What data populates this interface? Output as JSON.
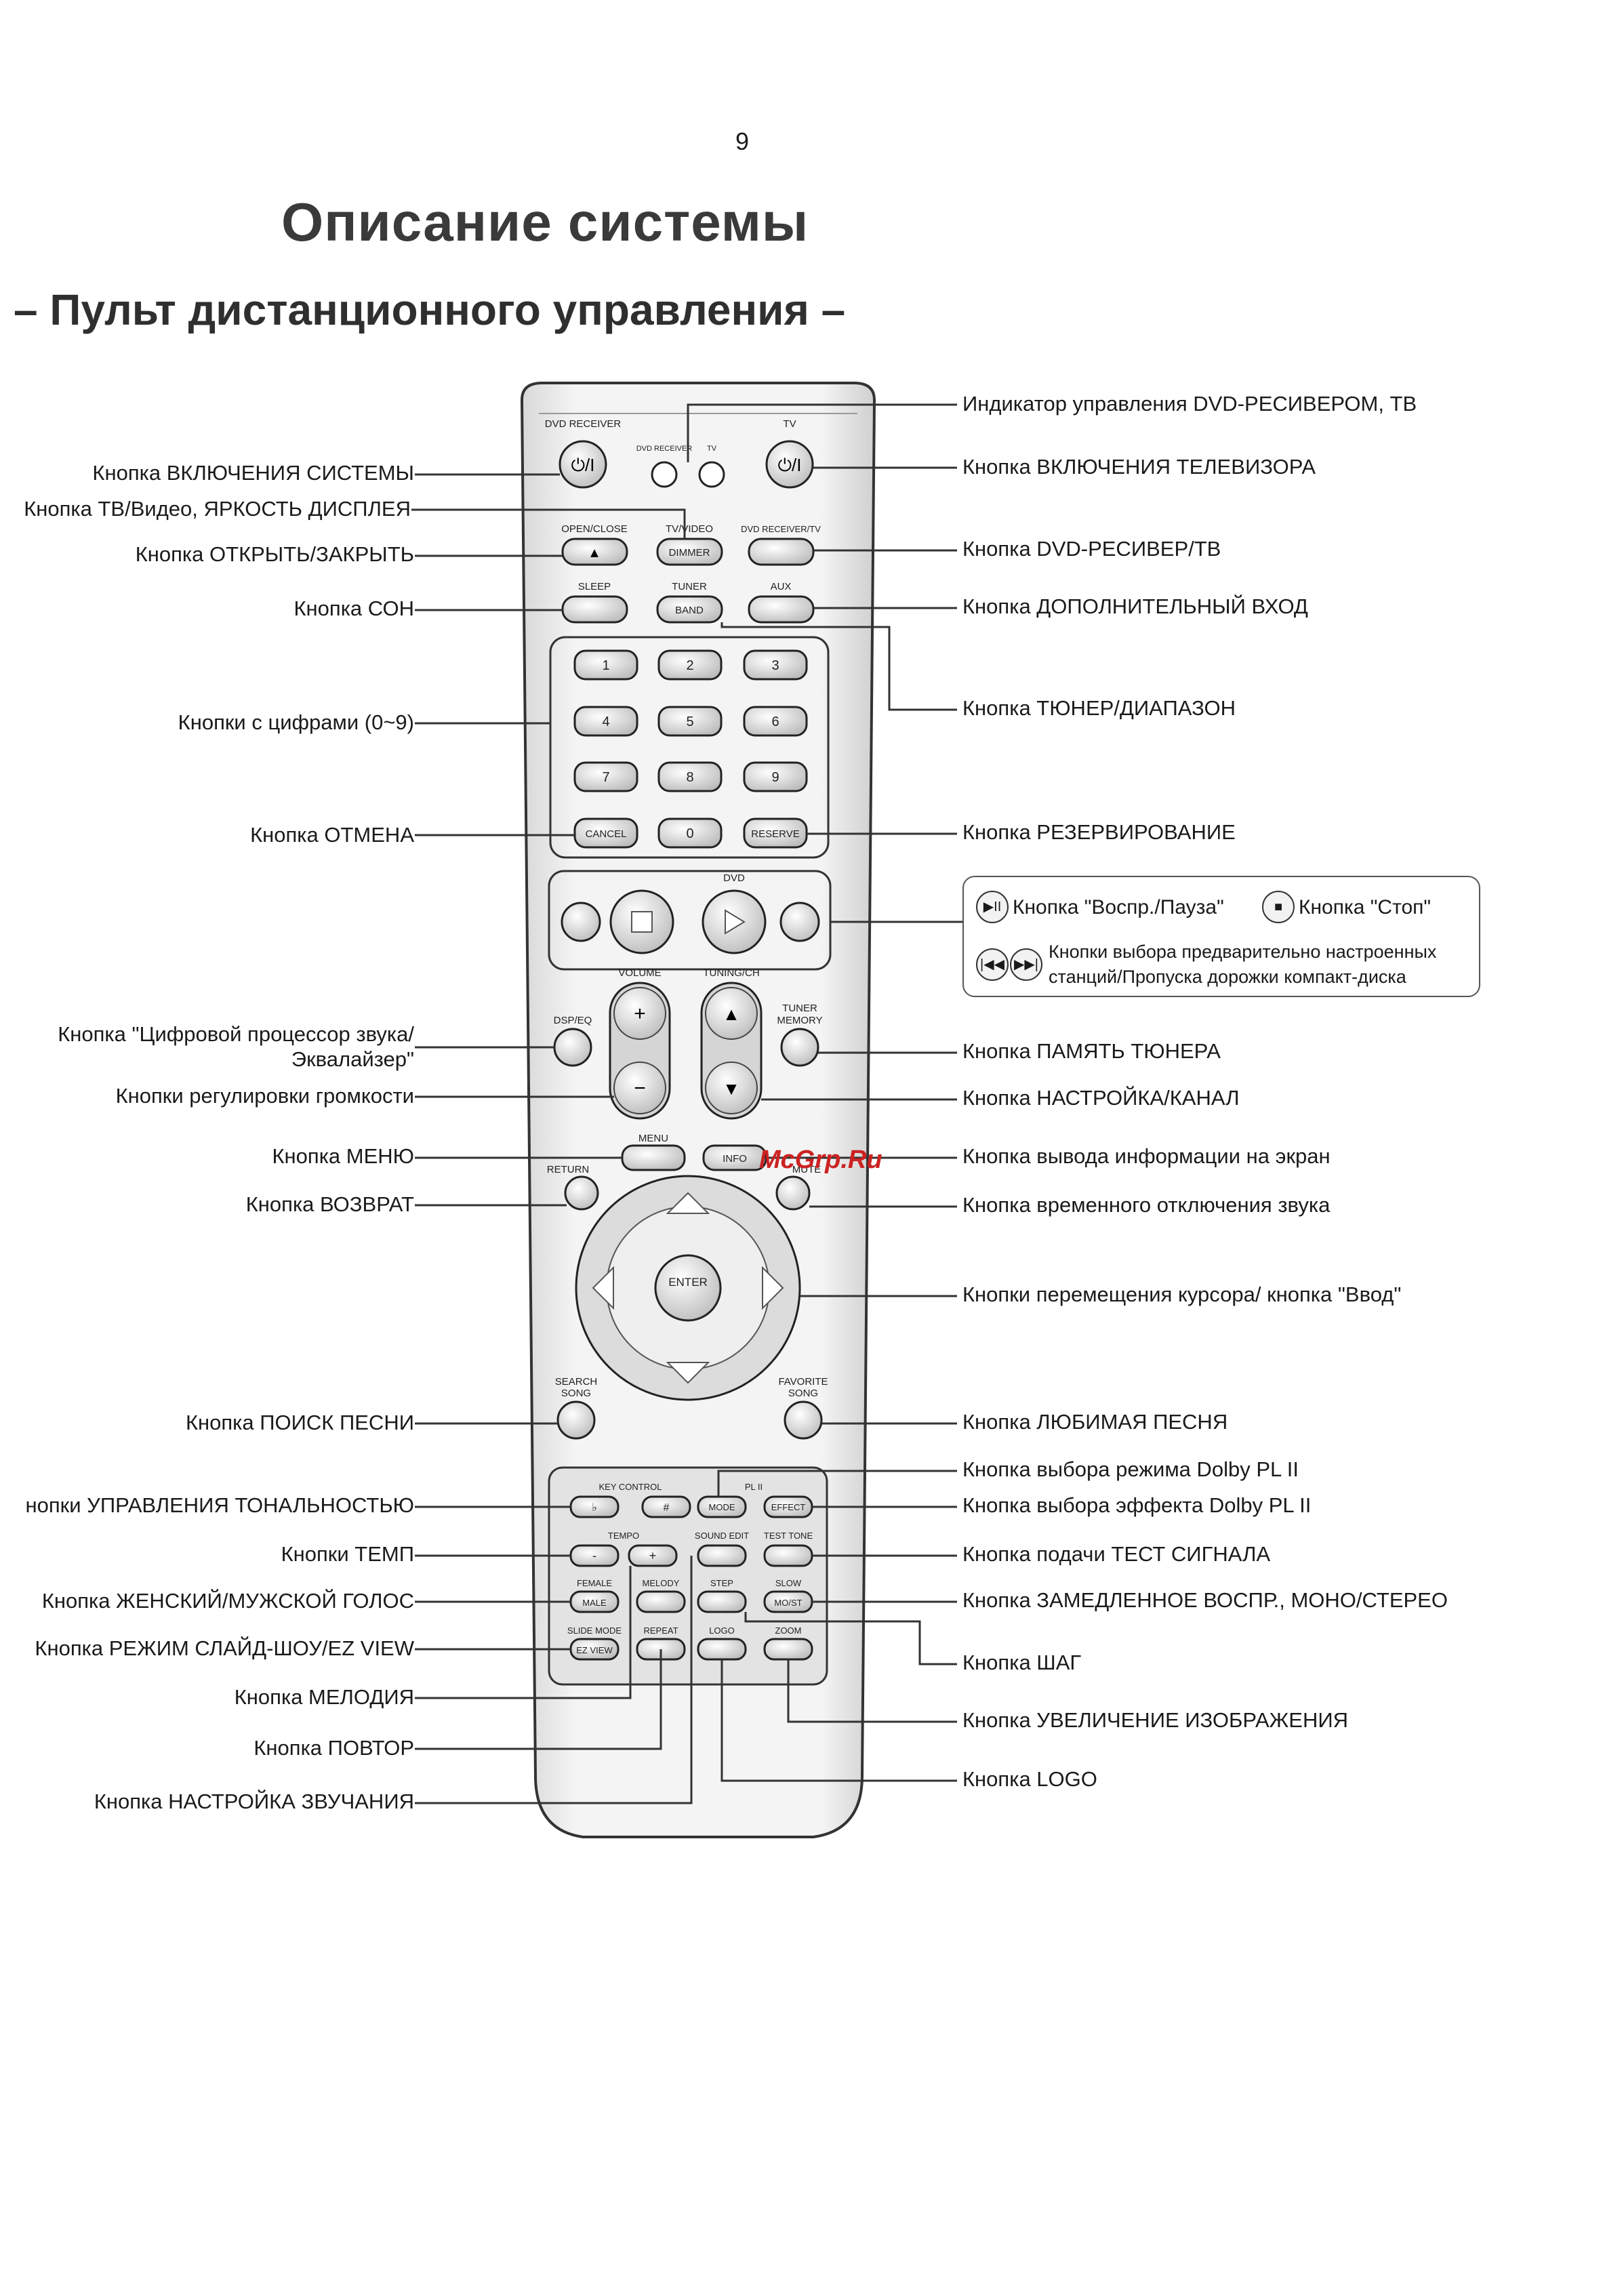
{
  "page_number": "9",
  "title": "Описание системы",
  "subtitle": "– Пульт дистанционного управления –",
  "watermark": "McGrp.Ru",
  "remote_labels": {
    "dvd_receiver": "DVD RECEIVER",
    "tv": "TV",
    "ind_dvd": "DVD RECEIVER",
    "ind_tv": "TV",
    "open_close": "OPEN/CLOSE",
    "tv_video": "TV/VIDEO",
    "dimmer": "DIMMER",
    "dvd_receiver_tv": "DVD RECEIVER/TV",
    "sleep": "SLEEP",
    "tuner": "TUNER",
    "band": "BAND",
    "aux": "AUX",
    "digits": [
      "1",
      "2",
      "3",
      "4",
      "5",
      "6",
      "7",
      "8",
      "9"
    ],
    "zero": "0",
    "cancel": "CANCEL",
    "reserve": "RESERVE",
    "dvd": "DVD",
    "volume": "VOLUME",
    "tuning_ch": "TUNING/CH",
    "dsp_eq": "DSP/EQ",
    "tuner_memory_1": "TUNER",
    "tuner_memory_2": "MEMORY",
    "menu": "MENU",
    "info": "INFO",
    "return": "RETURN",
    "mute": "MUTE",
    "enter": "ENTER",
    "search_song_1": "SEARCH",
    "search_song_2": "SONG",
    "favorite_song_1": "FAVORITE",
    "favorite_song_2": "SONG",
    "key_control": "KEY CONTROL",
    "pl2": "PL II",
    "flat": "♭",
    "sharp": "#",
    "mode": "MODE",
    "effect": "EFFECT",
    "tempo": "TEMPO",
    "sound_edit": "SOUND EDIT",
    "test_tone": "TEST TONE",
    "minus": "-",
    "plus": "+",
    "female": "FEMALE",
    "male": "MALE",
    "melody": "MELODY",
    "step": "STEP",
    "slow": "SLOW",
    "mo_st": "MO/ST",
    "slide_mode": "SLIDE MODE",
    "ez_view": "EZ VIEW",
    "repeat": "REPEAT",
    "logo": "LOGO",
    "zoom": "ZOOM"
  },
  "left_callouts": [
    "Кнопка ВКЛЮЧЕНИЯ СИСТЕМЫ",
    "Кнопка ТВ/Видео, ЯРКОСТЬ ДИСПЛЕЯ",
    "Кнопка ОТКРЫТЬ/ЗАКРЫТЬ",
    "Кнопка СОН",
    "Кнопки с цифрами (0~9)",
    "Кнопка ОТМЕНА",
    "Кнопка \"Цифровой процессор звука/",
    "Эквалайзер\"",
    "Кнопки регулировки громкости",
    "Кнопка МЕНЮ",
    "Кнопка ВОЗВРАТ",
    "Кнопка ПОИСК ПЕСНИ",
    "нопки УПРАВЛЕНИЯ ТОНАЛЬНОСТЬЮ",
    "Кнопки ТЕМП",
    "Кнопка ЖЕНСКИЙ/МУЖСКОЙ ГОЛОС",
    "Кнопка РЕЖИМ СЛАЙД-ШОУ/EZ VIEW",
    "Кнопка МЕЛОДИЯ",
    "Кнопка ПОВТОР",
    "Кнопка НАСТРОЙКА ЗВУЧАНИЯ"
  ],
  "right_callouts": [
    "Индикатор управления DVD-РЕСИВЕРОМ, ТВ",
    "Кнопка ВКЛЮЧЕНИЯ ТЕЛЕВИЗОРА",
    "Кнопка DVD-РЕСИВЕР/ТВ",
    "Кнопка ДОПОЛНИТЕЛЬНЫЙ ВХОД",
    "Кнопка ТЮНЕР/ДИАПАЗОН",
    "Кнопка РЕЗЕРВИРОВАНИЕ",
    "Кнопка ПАМЯТЬ ТЮНЕРА",
    "Кнопка НАСТРОЙКА/КАНАЛ",
    "Кнопка вывода информации на экран",
    "Кнопка временного отключения звука",
    "Кнопки перемещения курсора/ кнопка \"Ввод\"",
    "Кнопка ЛЮБИМАЯ ПЕСНЯ",
    "Кнопка выбора режима Dolby PL II",
    "Кнопка выбора эффекта Dolby PL II",
    "Кнопка подачи ТЕСТ СИГНАЛА",
    "Кнопка ЗАМЕДЛЕННОЕ ВОСПР., МОНО/СТЕРЕО",
    "Кнопка ШАГ",
    "Кнопка УВЕЛИЧЕНИЕ ИЗОБРАЖЕНИЯ",
    "Кнопка LOGO"
  ],
  "legend": {
    "play_pause": "Кнопка \"Воспр./Пауза\"",
    "stop": "Кнопка \"Стоп\"",
    "skip_line1": "Кнопки выбора предварительно настроенных",
    "skip_line2": "станций/Пропуска дорожки компакт-диска"
  }
}
